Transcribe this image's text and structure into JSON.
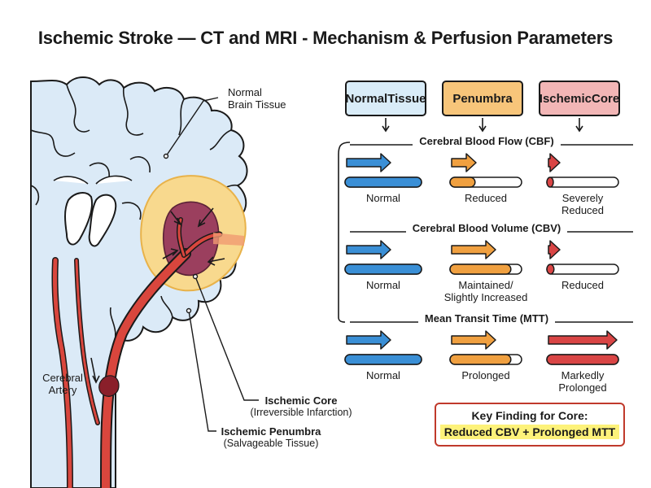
{
  "title": "Ischemic Stroke — CT and MRI - Mechanism & Perfusion Parameters",
  "colors": {
    "normal": "#3a8fd6",
    "penumbra": "#f0a040",
    "core": "#d94545",
    "normal_header_bg": "#d9ecf8",
    "penumbra_header_bg": "#f7c57a",
    "core_header_bg": "#f2b6b6",
    "brain_fill": "#dbeaf7",
    "penumbra_zone": "#f8d98e",
    "core_zone": "#9b3f5e",
    "artery": "#d9463d",
    "key_border": "#c0392b",
    "highlight": "#fdf27a"
  },
  "brain": {
    "normal_tissue": [
      "Normal",
      "Brain Tissue"
    ],
    "cerebral_artery": [
      "Cerebral",
      "Artery"
    ],
    "ischemic_core": [
      "Ischemic Core",
      "(Irreversible Infarction)"
    ],
    "ischemic_penumbra": [
      "Ischemic Penumbra",
      "(Salvageable Tissue)"
    ]
  },
  "columns": [
    {
      "label_lines": [
        "Normal",
        "Tissue"
      ],
      "icon": "arrow-down-icon"
    },
    {
      "label_lines": [
        "Penumbra"
      ],
      "icon": "arrow-down-icon"
    },
    {
      "label_lines": [
        "Ischemic",
        "Core"
      ],
      "icon": "arrow-down-icon"
    }
  ],
  "parameters": [
    {
      "title": "Cerebral Blood Flow (CBF)",
      "levels": [
        1.0,
        0.35,
        0.08
      ],
      "arrow_sizes": [
        "large",
        "medium",
        "small"
      ],
      "labels": [
        [
          "Normal"
        ],
        [
          "Reduced"
        ],
        [
          "Severely",
          "Reduced"
        ]
      ]
    },
    {
      "title": "Cerebral Blood Volume (CBV)",
      "levels": [
        1.0,
        0.85,
        0.1
      ],
      "arrow_sizes": [
        "large",
        "large",
        "small"
      ],
      "labels": [
        [
          "Normal"
        ],
        [
          "Maintained/",
          "Slightly Increased"
        ],
        [
          "Reduced"
        ]
      ]
    },
    {
      "title": "Mean Transit Time (MTT)",
      "levels": [
        1.0,
        0.85,
        1.0
      ],
      "arrow_sizes": [
        "large",
        "large",
        "xlarge"
      ],
      "labels": [
        [
          "Normal"
        ],
        [
          "Prolonged"
        ],
        [
          "Markedly",
          "Prolonged"
        ]
      ]
    }
  ],
  "key_finding": {
    "title": "Key Finding for Core:",
    "text": "Reduced CBV + Prolonged MTT"
  }
}
